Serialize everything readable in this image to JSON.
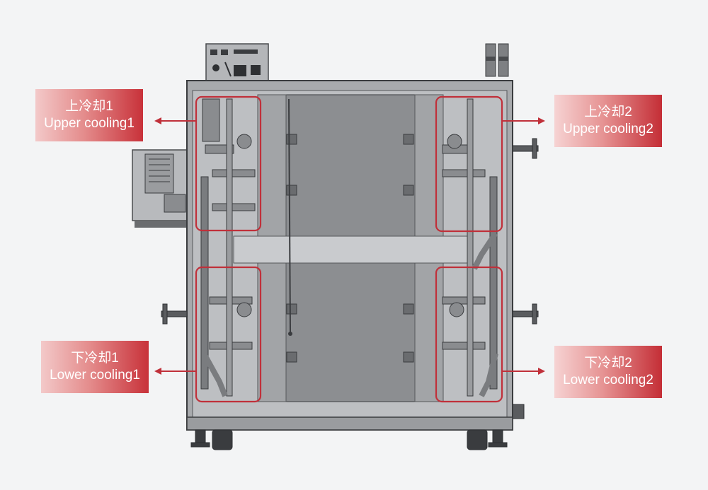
{
  "labels": {
    "upper_left": {
      "zh": "上冷却1",
      "en": "Upper cooling1"
    },
    "upper_right": {
      "zh": "上冷却2",
      "en": "Upper cooling2"
    },
    "lower_left": {
      "zh": "下冷却1",
      "en": "Lower cooling1"
    },
    "lower_right": {
      "zh": "下冷却2",
      "en": "Lower cooling2"
    }
  },
  "colors": {
    "accent_red": "#c0303a",
    "frame_gray": "#9a9c9f",
    "panel_gray": "#8c8e91",
    "background": "#f3f4f5"
  }
}
